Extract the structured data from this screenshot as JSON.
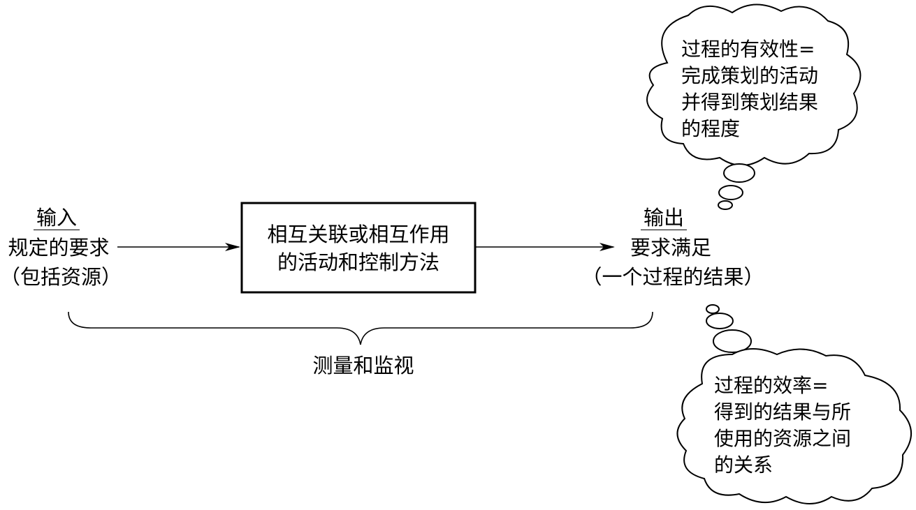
{
  "input": {
    "heading": "输入",
    "line1": "规定的要求",
    "line2": "（包括资源）"
  },
  "process": {
    "line1": "相互关联或相互作用",
    "line2": "的活动和控制方法"
  },
  "output": {
    "heading": "输出",
    "line1": "要求满足",
    "line2": "（一个过程的结果）"
  },
  "measure": {
    "label": "测量和监视"
  },
  "effectiveness": {
    "lines": [
      "过程的有效性=",
      "完成策划的活动",
      "并得到策划结果",
      "的程度"
    ]
  },
  "efficiency": {
    "lines": [
      "过程的效率=",
      "得到的结果与所",
      "使用的资源之间",
      "的关系"
    ]
  }
}
